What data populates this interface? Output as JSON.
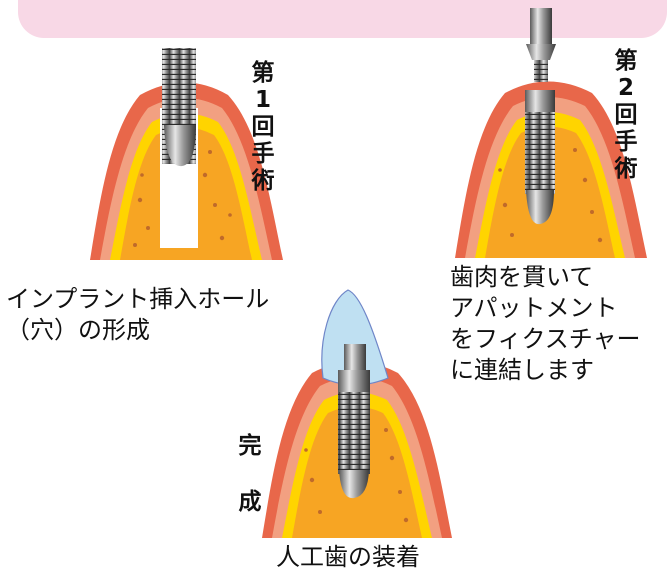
{
  "stage1": {
    "label": [
      "第",
      "1",
      "回",
      "手",
      "術"
    ],
    "caption": [
      "インプラント挿入ホール",
      "（穴）の形成"
    ]
  },
  "stage2": {
    "label": [
      "第",
      "2",
      "回",
      "手",
      "術"
    ],
    "caption": [
      "歯肉を貫いて",
      "アパットメント",
      "をフィクスチャー",
      "に連結します"
    ]
  },
  "stage3": {
    "label": [
      "完",
      "成"
    ],
    "caption": "人工歯の装着"
  },
  "colors": {
    "banner": "#f8d8e6",
    "gum": "#e8674a",
    "bone_outer": "#f2a081",
    "cortical": "#ffd400",
    "marrow": "#f7a523",
    "crown": "#bfe0f2"
  }
}
